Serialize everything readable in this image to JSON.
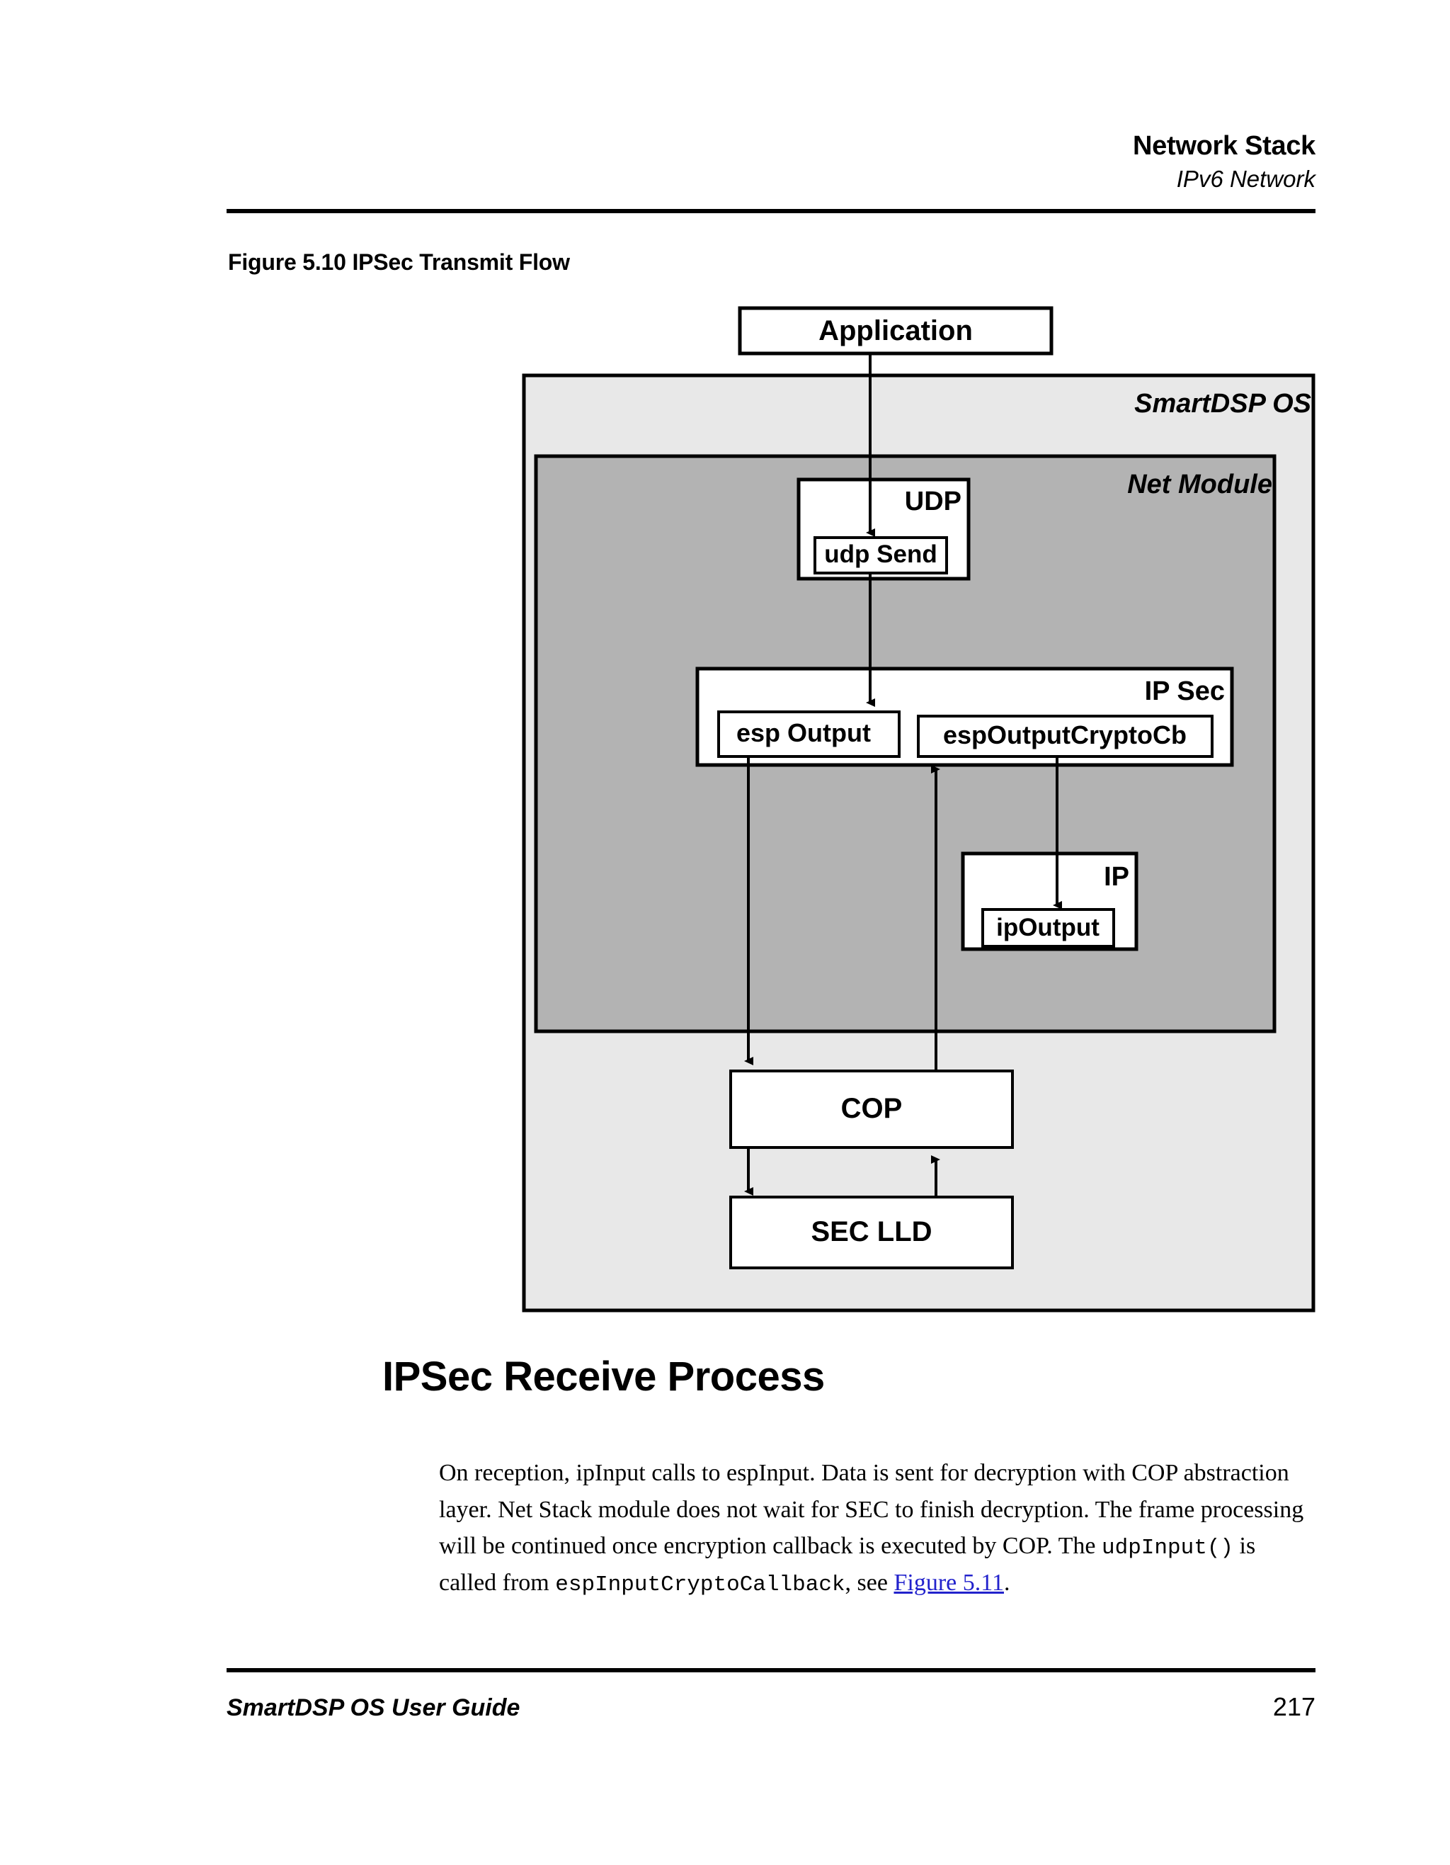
{
  "header": {
    "title": "Network Stack",
    "subtitle": "IPv6 Network"
  },
  "figure": {
    "caption": "Figure 5.10  IPSec Transmit Flow",
    "nodes": {
      "application": "Application",
      "smartdsp_os": "SmartDSP OS",
      "net_module": "Net Module",
      "udp": "UDP",
      "udp_send": "udp Send",
      "ip_sec": "IP Sec",
      "esp_output": "esp Output",
      "esp_output_crypto_cb": "espOutputCryptoCb",
      "ip": "IP",
      "ip_output": "ipOutput",
      "cop": "COP",
      "sec_lld": "SEC LLD"
    },
    "colors": {
      "outer_fill": "#e8e8e8",
      "net_module_fill": "#b3b3b3",
      "box_fill": "#ffffff",
      "stroke": "#000000"
    }
  },
  "section": {
    "heading": "IPSec Receive Process",
    "paragraph": {
      "part1": "On reception, ipInput calls to espInput. Data is sent for decryption with COP abstraction layer. Net Stack module does not wait for SEC to finish decryption. The frame processing will be continued once encryption callback is executed by COP. The ",
      "code1": "udpInput()",
      "part2": " is called from ",
      "code2": "espInputCryptoCallback",
      "part3": ", see ",
      "link": "Figure 5.11",
      "part4": "."
    }
  },
  "footer": {
    "left": "SmartDSP OS User Guide",
    "page": "217"
  }
}
